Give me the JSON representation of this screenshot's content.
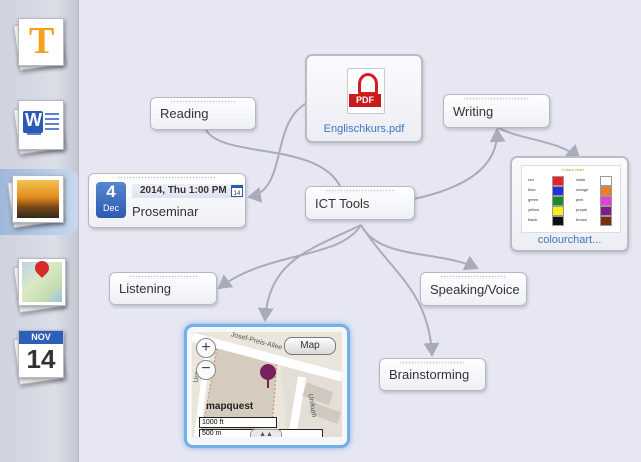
{
  "sidebar": {
    "items": [
      {
        "name": "text-note",
        "letter": "T"
      },
      {
        "name": "word-document",
        "letter": "W"
      },
      {
        "name": "image",
        "selected": true
      },
      {
        "name": "map-location"
      },
      {
        "name": "calendar",
        "month": "NOV",
        "day": "14"
      }
    ]
  },
  "nodes": {
    "central": "ICT Tools",
    "reading": "Reading",
    "writing": "Writing",
    "listening": "Listening",
    "speaking": "Speaking/Voice",
    "brainstorming": "Brainstorming"
  },
  "pdf": {
    "icon_label": "PDF",
    "caption": "Englischkurs.pdf"
  },
  "colourchart": {
    "caption": "colourchart...",
    "title": "Colour chart",
    "left_colors": [
      {
        "name": "red",
        "hex": "#e8232a"
      },
      {
        "name": "blue",
        "hex": "#2233dd"
      },
      {
        "name": "green",
        "hex": "#1b8a2a"
      },
      {
        "name": "yellow",
        "hex": "#f7ee1a"
      },
      {
        "name": "black",
        "hex": "#111111"
      }
    ],
    "right_colors": [
      {
        "name": "white",
        "hex": "#ffffff"
      },
      {
        "name": "orange",
        "hex": "#f47b20"
      },
      {
        "name": "pink",
        "hex": "#e43fd0"
      },
      {
        "name": "purple",
        "hex": "#7a1e8c"
      },
      {
        "name": "brown",
        "hex": "#7a2e10"
      }
    ]
  },
  "event": {
    "day": "4",
    "month": "Dec",
    "date_time_prefix": "2014,",
    "weekday": "Thu",
    "time": "1:00 PM",
    "calendar_badge": "14",
    "title": "Proseminar"
  },
  "map": {
    "map_button": "Map",
    "zoom_in": "+",
    "zoom_out": "−",
    "street1": "Josef-Preis-Allee",
    "street2": "Unikum",
    "street3": "Unte",
    "brand": "mapquest",
    "scale_ft": "1000 ft",
    "scale_m": "500 m"
  },
  "colors": {
    "link": "#a9acb8",
    "accent_blue": "#3d73c7",
    "selection": "#6fb0e8",
    "pin": "#7a1f5f"
  }
}
